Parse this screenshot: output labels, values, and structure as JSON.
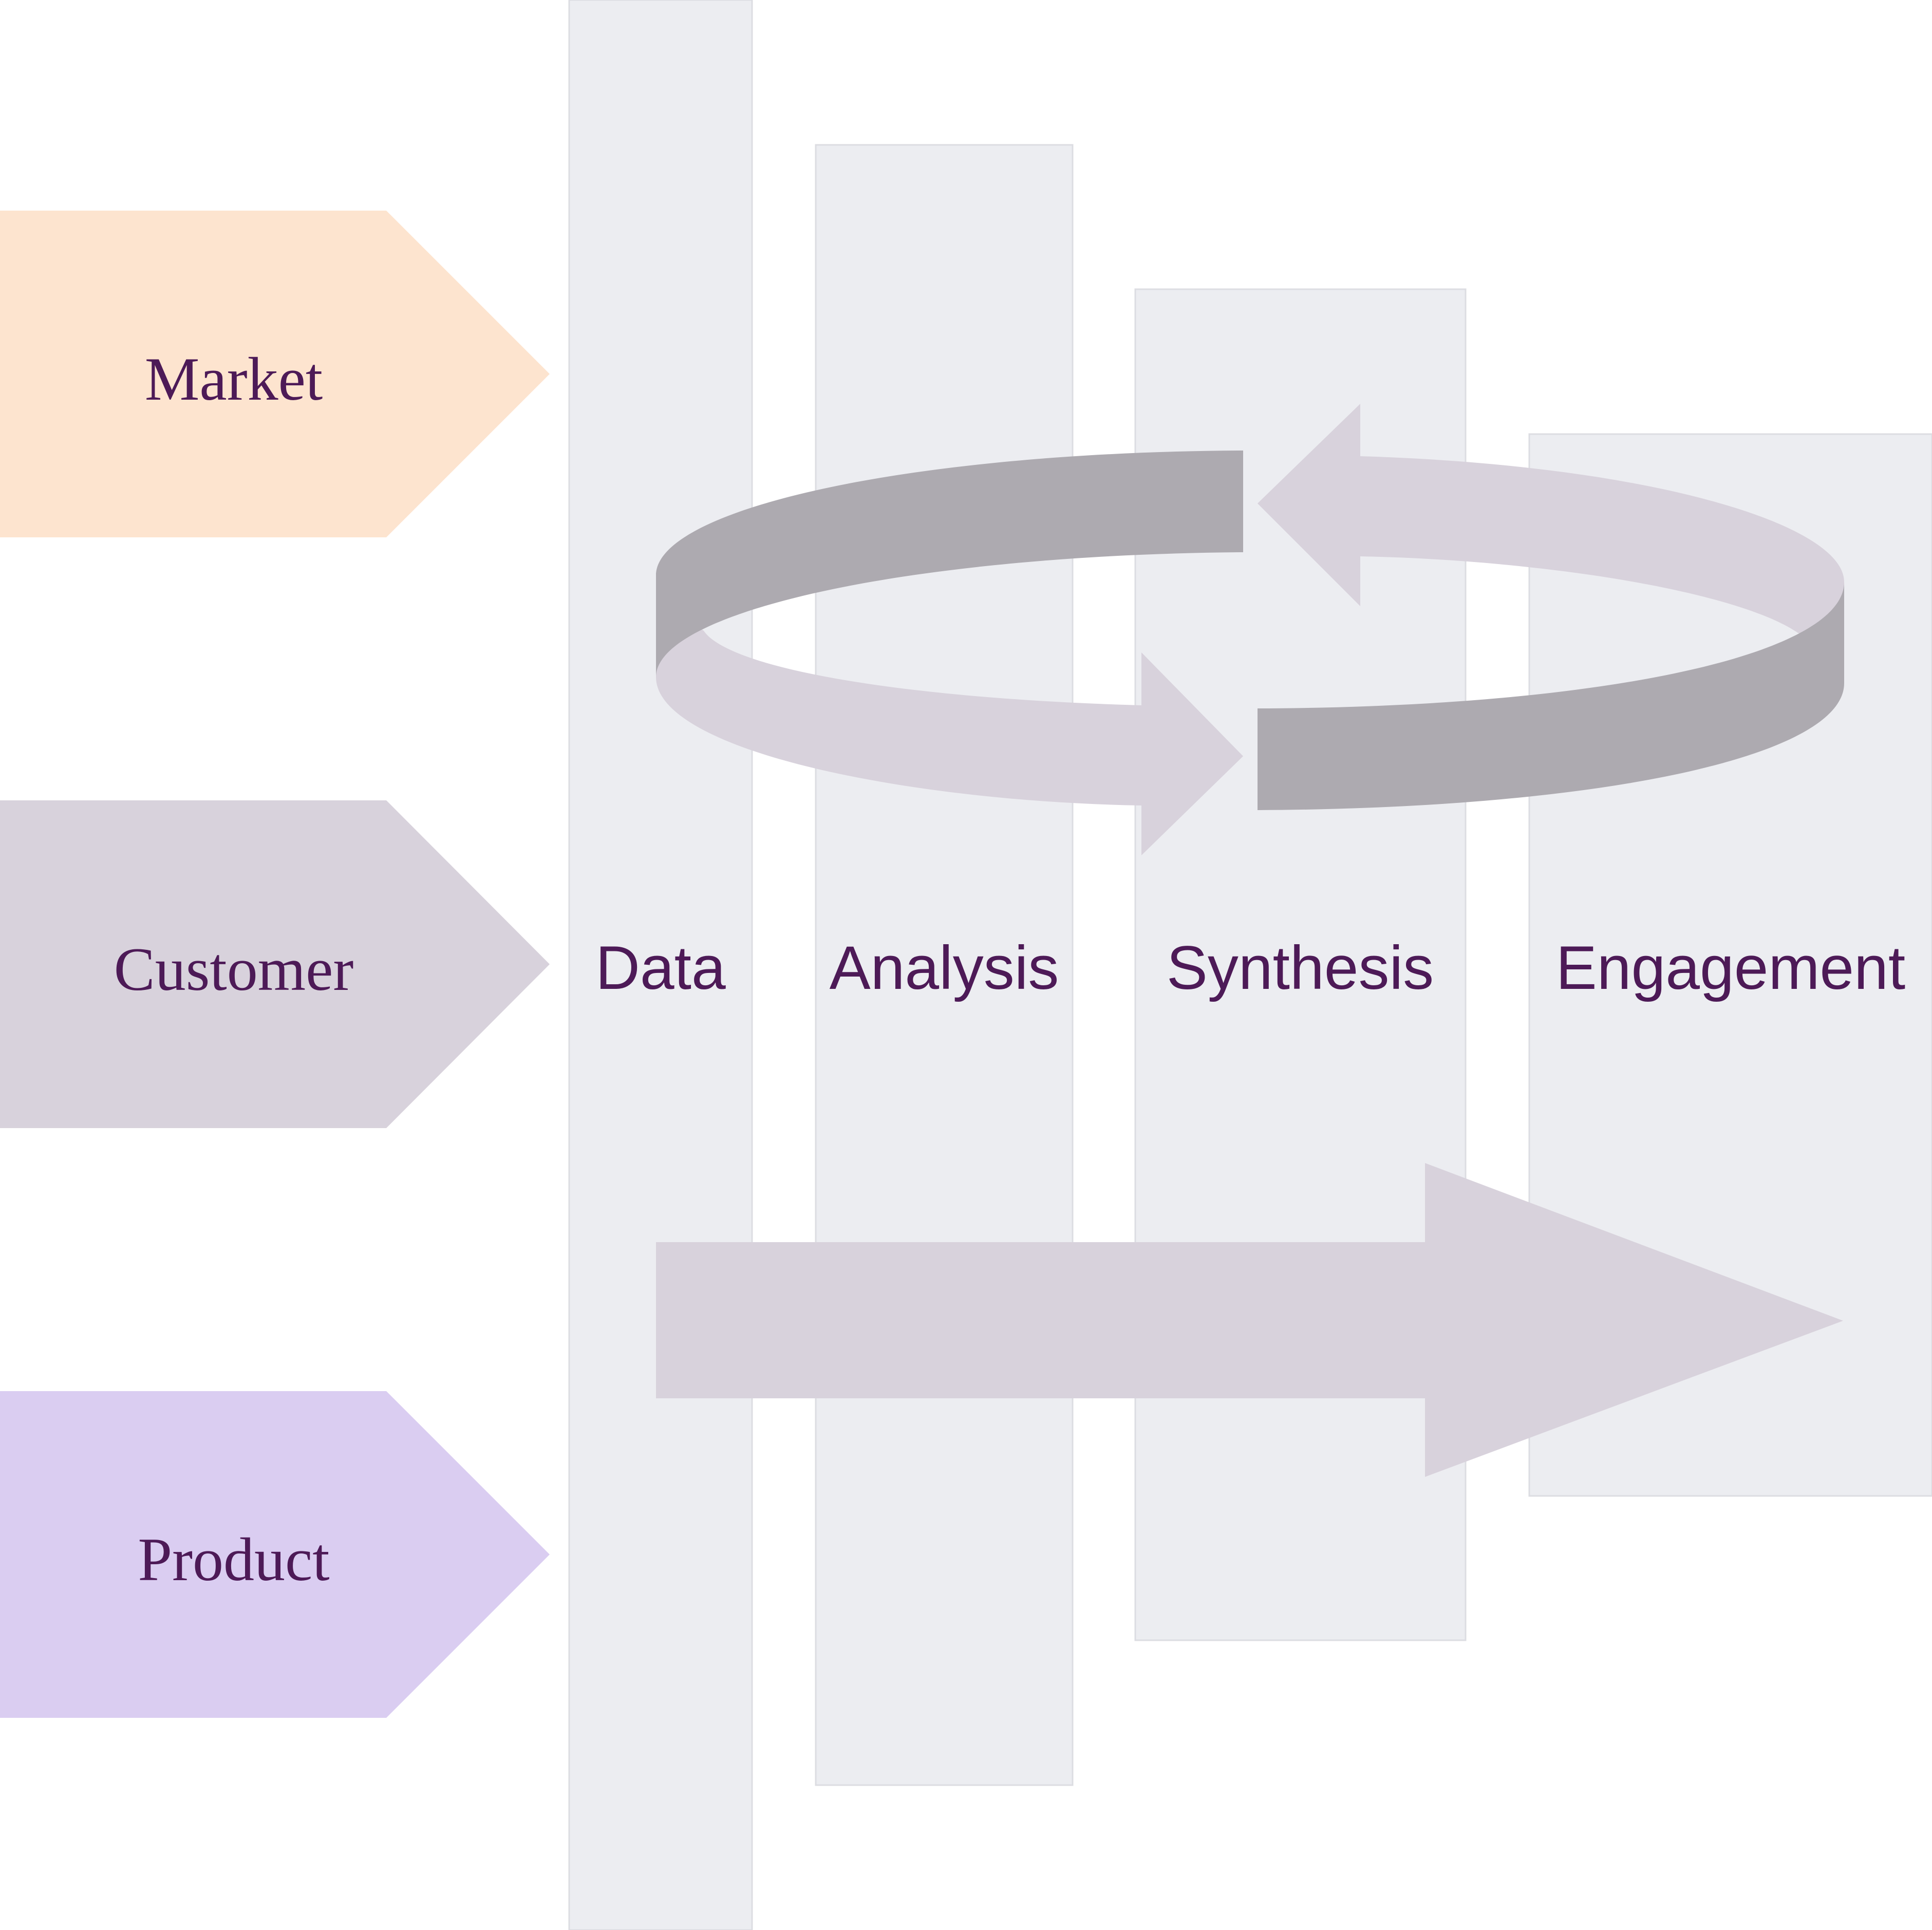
{
  "categories": [
    {
      "label": "Market",
      "color": "#fde4cf"
    },
    {
      "label": "Customer",
      "color": "#d8d2dc"
    },
    {
      "label": "Product",
      "color": "#dacdf1"
    }
  ],
  "stages": [
    {
      "label": "Data"
    },
    {
      "label": "Analysis"
    },
    {
      "label": "Synthesis"
    },
    {
      "label": "Engagement"
    }
  ],
  "colors": {
    "text": "#4d1a57",
    "column_fill": "#ecedf1",
    "arrow_light": "#d8d2dc",
    "arrow_dark": "#adaab0"
  },
  "icons": {
    "cycle": "circular-arrow-icon",
    "progress": "right-arrow-icon"
  }
}
